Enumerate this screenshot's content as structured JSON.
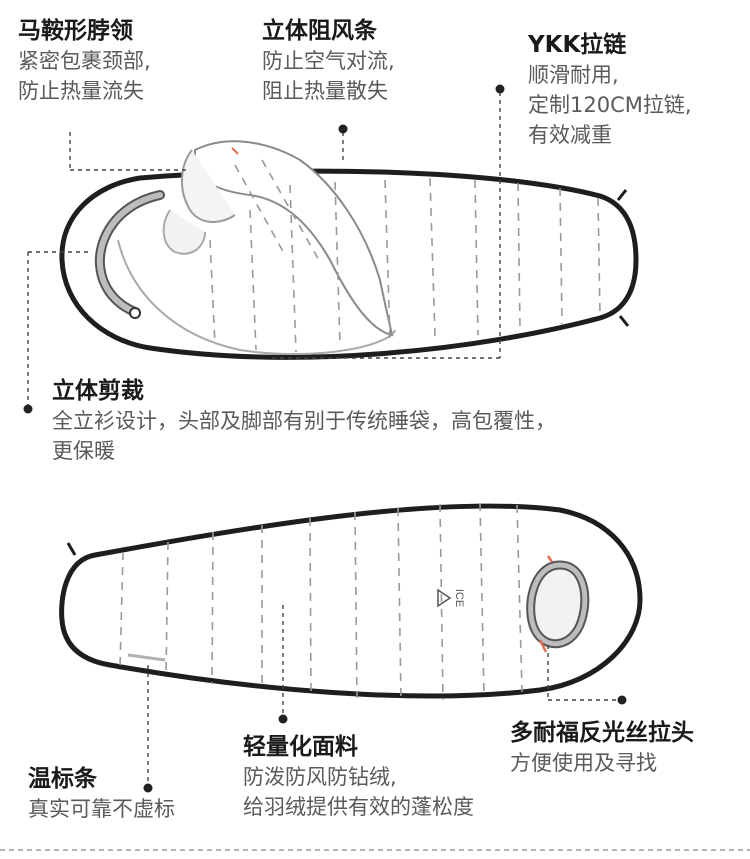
{
  "annotations": {
    "hood": {
      "title": "马鞍形脖领",
      "lines": [
        "紧密包裹颈部,",
        "防止热量流失"
      ]
    },
    "draft_tube": {
      "title": "立体阻风条",
      "lines": [
        "防止空气对流,",
        "阻止热量散失"
      ]
    },
    "zipper": {
      "title": "YKK拉链",
      "lines": [
        "顺滑耐用,",
        "定制120CM拉链,",
        "有效减重"
      ]
    },
    "cut": {
      "title": "立体剪裁",
      "lines": [
        "全立衫设计，头部及脚部有别于传统睡袋，高包覆性，",
        "更保暖"
      ]
    },
    "fabric": {
      "title": "轻量化面料",
      "lines": [
        "防泼防风防钻绒,",
        "给羽绒提供有效的蓬松度"
      ]
    },
    "label": {
      "title": "温标条",
      "lines": [
        "真实可靠不虚标"
      ]
    },
    "pull": {
      "title": "多耐福反光丝拉头",
      "lines": [
        "方便使用及寻找"
      ]
    }
  },
  "logo_text": "ICE",
  "colors": {
    "outline": "#1e1e1e",
    "quilt_line": "#9a9a9a",
    "hood_gray": "#b8b8b8",
    "accent": "#e07050"
  },
  "icons": [
    "sleeping-bag-open",
    "sleeping-bag-closed",
    "leader-dot"
  ]
}
